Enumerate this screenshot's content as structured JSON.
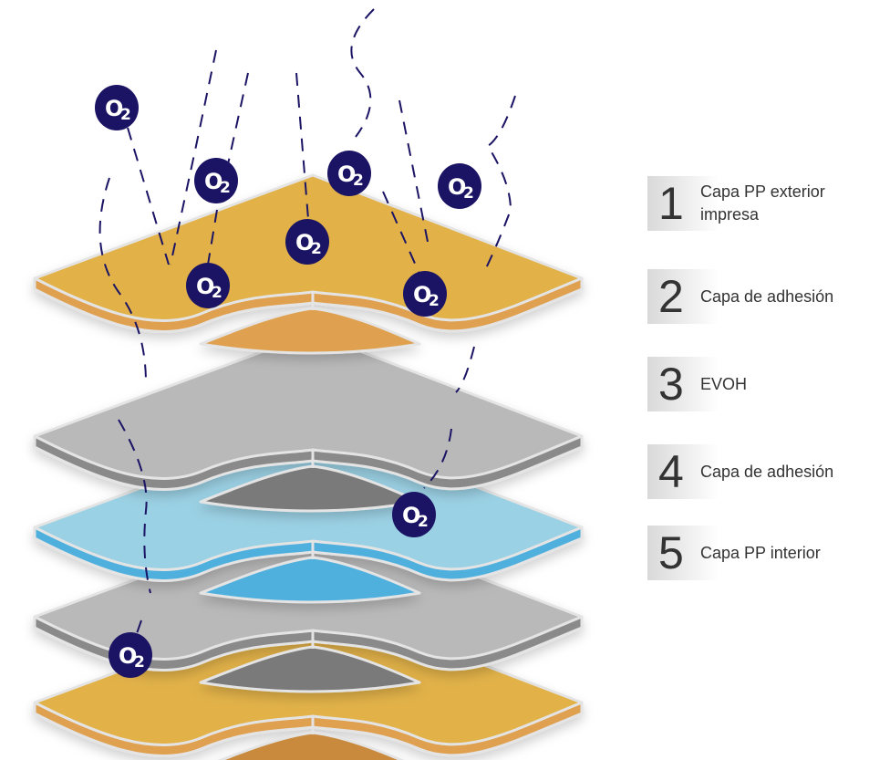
{
  "legend": [
    {
      "number": "1",
      "label": "Capa PP exterior impresa"
    },
    {
      "number": "2",
      "label": "Capa de adhesión"
    },
    {
      "number": "3",
      "label": "EVOH"
    },
    {
      "number": "4",
      "label": "Capa de adhesión"
    },
    {
      "number": "5",
      "label": "Capa PP interior"
    }
  ],
  "molecule": {
    "main": "O",
    "sub": "2"
  },
  "colors": {
    "navy": "#1b1464",
    "orange_top": "#e2b24a",
    "orange_edge": "#dfa04f",
    "gray_top": "#b9b9b9",
    "gray_edge": "#8a8a8a",
    "blue_top": "#9bd1e4",
    "blue_edge": "#4fb0de"
  }
}
